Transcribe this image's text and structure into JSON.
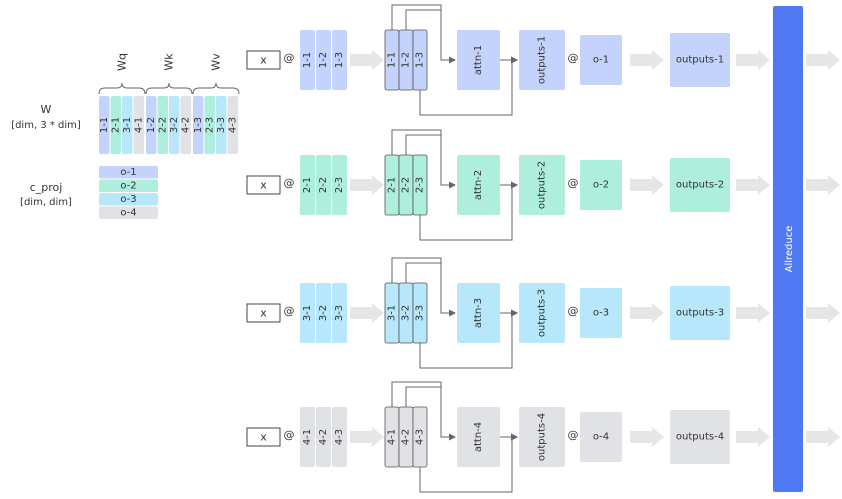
{
  "weights": {
    "w_label": "W",
    "w_dims": "[dim, 3 * dim]",
    "proj_label": "c_proj",
    "proj_dims": "[dim, dim]",
    "groups": [
      {
        "name": "Wq",
        "cells": [
          "1-1",
          "2-1",
          "3-1",
          "4-1"
        ]
      },
      {
        "name": "Wk",
        "cells": [
          "1-2",
          "2-2",
          "3-2",
          "4-2"
        ]
      },
      {
        "name": "Wv",
        "cells": [
          "1-3",
          "2-3",
          "3-3",
          "4-3"
        ]
      }
    ],
    "proj_rows": [
      "o-1",
      "o-2",
      "o-3",
      "o-4"
    ]
  },
  "colors": {
    "head1": "#c4d3fb",
    "head2": "#aeeedd",
    "head3": "#b6e7fb",
    "head4": "#e1e2e6",
    "arrow": "#e6e6e6",
    "allreduce": "#4f79f2"
  },
  "rows": [
    {
      "x": "x",
      "at": "@",
      "w": [
        "1-1",
        "1-2",
        "1-3"
      ],
      "qkv": [
        "1-1",
        "1-2",
        "1-3"
      ],
      "attn": "attn-1",
      "outputs": "outputs-1",
      "at2": "@",
      "o": "o-1",
      "result": "outputs-1"
    },
    {
      "x": "x",
      "at": "@",
      "w": [
        "2-1",
        "2-2",
        "2-3"
      ],
      "qkv": [
        "2-1",
        "2-2",
        "2-3"
      ],
      "attn": "attn-2",
      "outputs": "outputs-2",
      "at2": "@",
      "o": "o-2",
      "result": "outputs-2"
    },
    {
      "x": "x",
      "at": "@",
      "w": [
        "3-1",
        "3-2",
        "3-3"
      ],
      "qkv": [
        "3-1",
        "3-2",
        "3-3"
      ],
      "attn": "attn-3",
      "outputs": "outputs-3",
      "at2": "@",
      "o": "o-3",
      "result": "outputs-3"
    },
    {
      "x": "x",
      "at": "@",
      "w": [
        "4-1",
        "4-2",
        "4-3"
      ],
      "qkv": [
        "4-1",
        "4-2",
        "4-3"
      ],
      "attn": "attn-4",
      "outputs": "outputs-4",
      "at2": "@",
      "o": "o-4",
      "result": "outputs-4"
    }
  ],
  "allreduce_label": "Allreduce"
}
